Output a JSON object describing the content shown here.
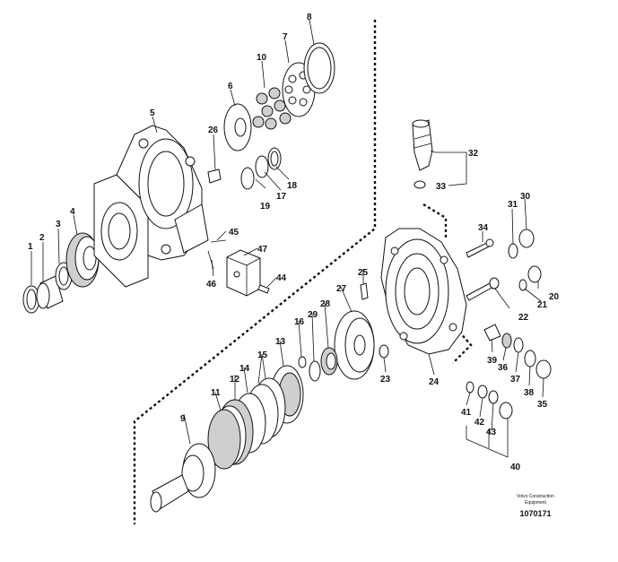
{
  "callouts": [
    {
      "id": "1",
      "text": "1"
    },
    {
      "id": "2",
      "text": "2"
    },
    {
      "id": "3",
      "text": "3"
    },
    {
      "id": "4",
      "text": "4"
    },
    {
      "id": "5",
      "text": "5"
    },
    {
      "id": "6",
      "text": "6"
    },
    {
      "id": "7",
      "text": "7"
    },
    {
      "id": "8",
      "text": "8"
    },
    {
      "id": "9",
      "text": "9"
    },
    {
      "id": "10",
      "text": "10"
    },
    {
      "id": "11",
      "text": "11"
    },
    {
      "id": "12",
      "text": "12"
    },
    {
      "id": "13",
      "text": "13"
    },
    {
      "id": "14",
      "text": "14"
    },
    {
      "id": "15",
      "text": "15"
    },
    {
      "id": "16",
      "text": "16"
    },
    {
      "id": "17",
      "text": "17"
    },
    {
      "id": "18",
      "text": "18"
    },
    {
      "id": "19",
      "text": "19"
    },
    {
      "id": "20",
      "text": "20"
    },
    {
      "id": "21",
      "text": "21"
    },
    {
      "id": "22",
      "text": "22"
    },
    {
      "id": "23",
      "text": "23"
    },
    {
      "id": "24",
      "text": "24"
    },
    {
      "id": "25",
      "text": "25"
    },
    {
      "id": "26",
      "text": "26"
    },
    {
      "id": "27",
      "text": "27"
    },
    {
      "id": "28",
      "text": "28"
    },
    {
      "id": "29",
      "text": "29"
    },
    {
      "id": "30",
      "text": "30"
    },
    {
      "id": "31",
      "text": "31"
    },
    {
      "id": "32",
      "text": "32"
    },
    {
      "id": "33",
      "text": "33"
    },
    {
      "id": "34",
      "text": "34"
    },
    {
      "id": "35",
      "text": "35"
    },
    {
      "id": "36",
      "text": "36"
    },
    {
      "id": "37",
      "text": "37"
    },
    {
      "id": "38",
      "text": "38"
    },
    {
      "id": "39",
      "text": "39"
    },
    {
      "id": "40",
      "text": "40"
    },
    {
      "id": "41",
      "text": "41"
    },
    {
      "id": "42",
      "text": "42"
    },
    {
      "id": "43",
      "text": "43"
    },
    {
      "id": "44",
      "text": "44"
    },
    {
      "id": "45",
      "text": "45"
    },
    {
      "id": "46",
      "text": "46"
    },
    {
      "id": "47",
      "text": "47"
    }
  ],
  "caption": {
    "line1": "Volvo Construction",
    "line2": "Equipment",
    "reference": "1070171"
  },
  "colors": {
    "ink": "#111111",
    "shade": "#cfcfcf",
    "background": "#ffffff"
  }
}
